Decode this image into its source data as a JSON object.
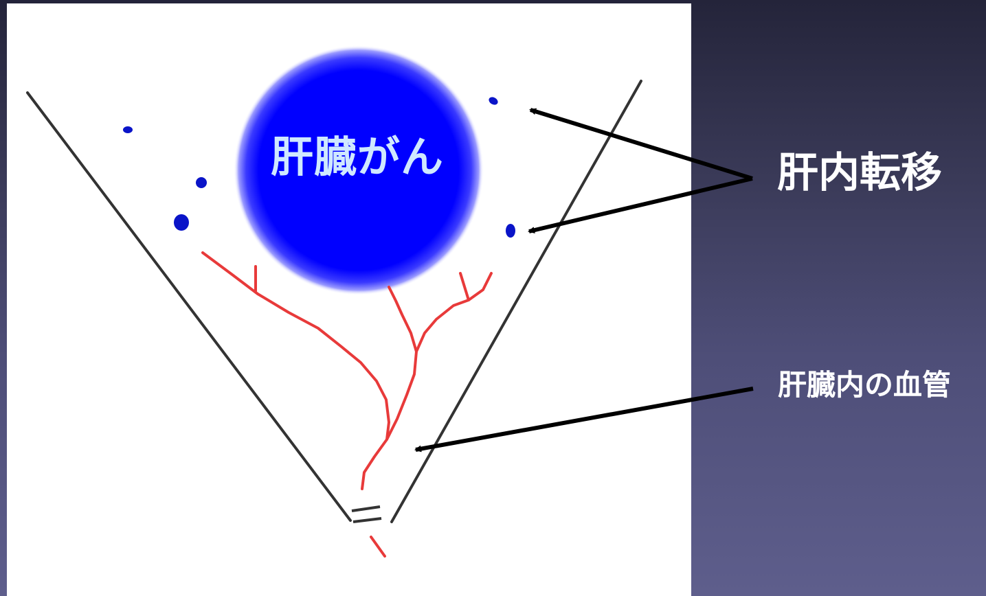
{
  "diagram": {
    "tumor_label": "肝臓がん",
    "metastasis_label": "肝内転移",
    "vessel_label": "肝臓内の血管",
    "colors": {
      "background_top": "#24243a",
      "background_bottom": "#5e5e8c",
      "panel": "#ffffff",
      "tumor": "#0000ff",
      "tumor_text": "#cfe8ff",
      "metastasis_dots": "#0a14c8",
      "vessels": "#e83a3a",
      "liver_outline": "#333333",
      "arrows": "#000000",
      "label_text": "#ffffff"
    }
  }
}
